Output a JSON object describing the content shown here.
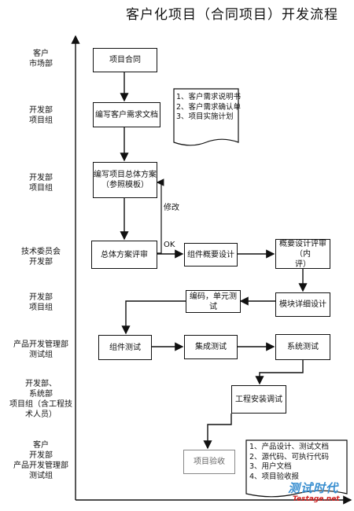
{
  "title": "客户化项目（合同项目）开发流程",
  "lanes": [
    {
      "line1": "客户",
      "line2": "市场部"
    },
    {
      "line1": "开发部",
      "line2": "项目组"
    },
    {
      "line1": "开发部",
      "line2": "项目组"
    },
    {
      "line1": "技术委员会",
      "line2": "开发部"
    },
    {
      "line1": "开发部",
      "line2": "项目组"
    },
    {
      "line1": "产品开发管理部",
      "line2": "测试组"
    },
    {
      "line1": "开发部、",
      "line2": "系统部",
      "line3": "项目组（含工程技",
      "line4": "术人员）"
    },
    {
      "line1": "客户",
      "line2": "开发部",
      "line3": "产品开发管理部",
      "line4": "测试组"
    }
  ],
  "nodes": {
    "contract": "项目合同",
    "requirement_doc": "编写客户需求文档",
    "plan_line1": "编写项目总体方案",
    "plan_line2": "（参照模板）",
    "plan_review": "总体方案评审",
    "component_outline": "组件概要设计",
    "outline_review_line1": "概要设计评审（内",
    "outline_review_line2": "评）",
    "module_detail": "模块详细设计",
    "coding": "编码，单元测试",
    "component_test": "组件测试",
    "integration_test": "集成测试",
    "system_test": "系统测试",
    "install_debug": "工程安装调试",
    "acceptance": "项目验收"
  },
  "docs": {
    "doc1": [
      "1、客户需求说明书",
      "2、客户需求确认单",
      "3、项目实施计划"
    ],
    "doc2": [
      "1、产品设计、测试文档",
      "2、源代码、可执行代码",
      "3、用户文档",
      "4、项目验收报"
    ]
  },
  "labels": {
    "modify": "修改",
    "ok": "OK"
  },
  "watermark": {
    "brand": "测试时代",
    "url": "Testage.net"
  }
}
